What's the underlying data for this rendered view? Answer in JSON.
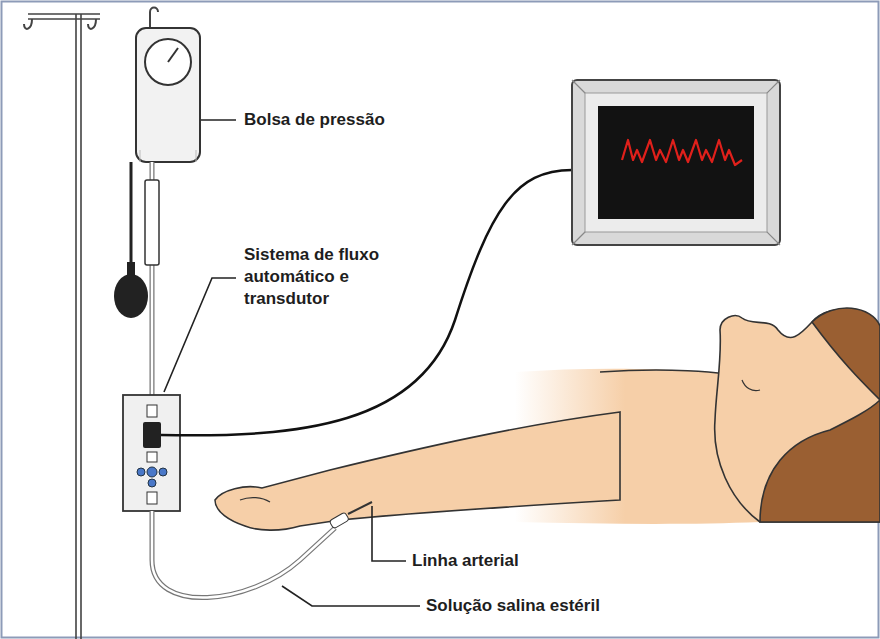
{
  "diagram": {
    "labels": [
      "Bolsa de pressão",
      "Sistema de fluxo automático e transdutor",
      "Linha arterial",
      "Solução salina estéril"
    ]
  }
}
